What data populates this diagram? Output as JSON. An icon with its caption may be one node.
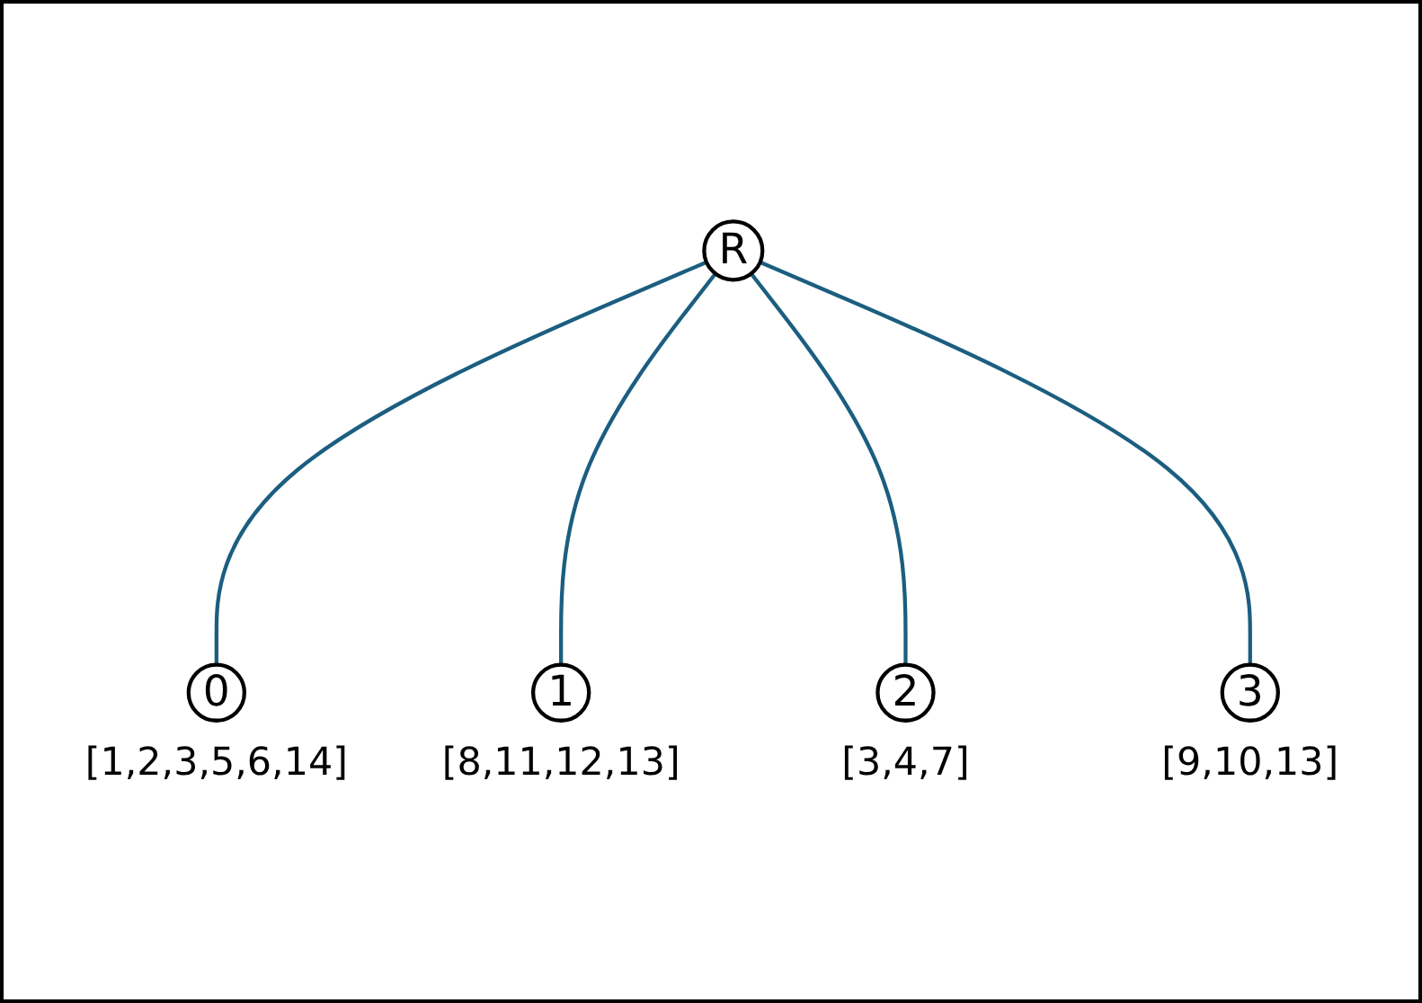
{
  "diagram": {
    "nodes": [
      {
        "text": [
          "R"
        ]
      },
      {
        "text": [
          "0"
        ],
        "beside": [
          "[1,2,3,5,6,14]"
        ]
      },
      {
        "text": [
          "1"
        ],
        "beside": [
          "[8,11,12,13]"
        ]
      },
      {
        "text": [
          "2"
        ],
        "beside": [
          "[3,4,7]"
        ]
      },
      {
        "text": [
          "3"
        ],
        "beside": [
          "[9,10,13]"
        ]
      }
    ],
    "edges": [
      {
        "from": 0,
        "to": 1,
        "arrow": "none"
      },
      {
        "from": 0,
        "to": 2,
        "arrow": "none"
      },
      {
        "from": 0,
        "to": 3,
        "arrow": "none"
      },
      {
        "from": 0,
        "to": 4,
        "arrow": "none"
      }
    ]
  }
}
